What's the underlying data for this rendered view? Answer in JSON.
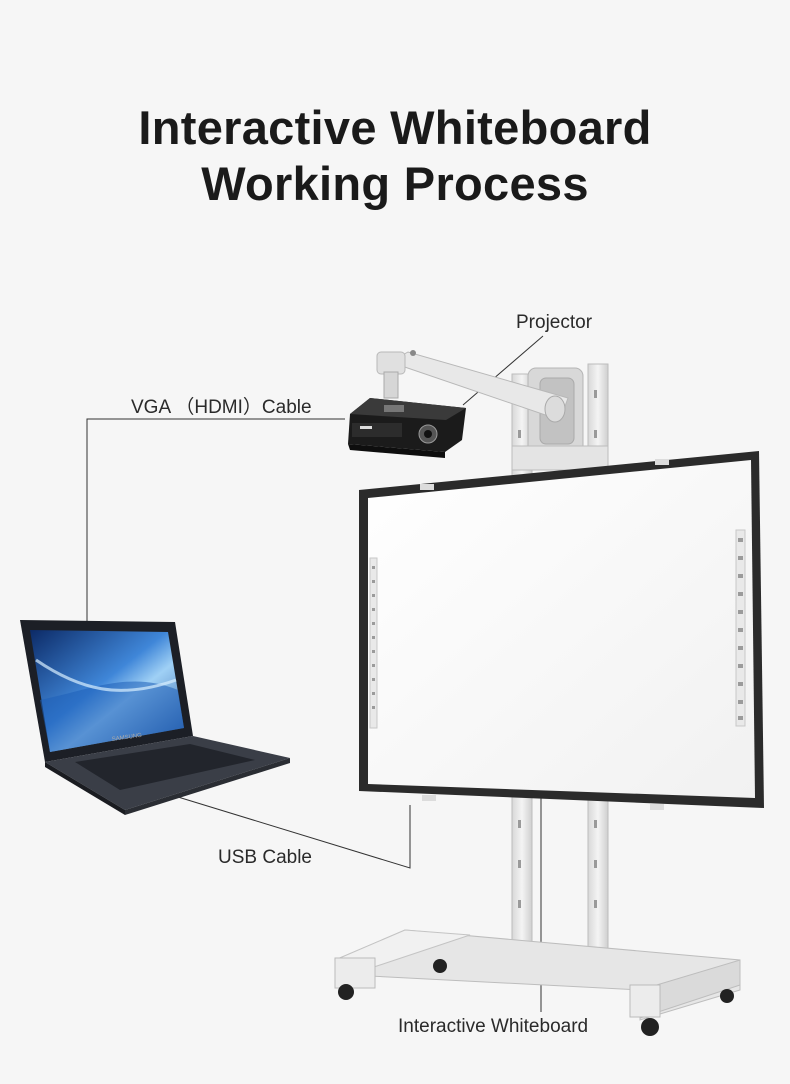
{
  "title": {
    "line1": "Interactive Whiteboard",
    "line2": "Working Process"
  },
  "labels": {
    "projector": "Projector",
    "vga_cable": "VGA （HDMI）Cable",
    "usb_cable": "USB Cable",
    "whiteboard": "Interactive Whiteboard"
  },
  "laptop_brand": "SAMSUNG",
  "colors": {
    "background": "#f6f6f6",
    "text": "#1a1a1a",
    "board_frame": "#2b2b2b",
    "board_surface": "#ffffff",
    "stand": "#e9e9e9",
    "projector_body": "#1b1b1b",
    "laptop_screen": "#2a5fae"
  }
}
